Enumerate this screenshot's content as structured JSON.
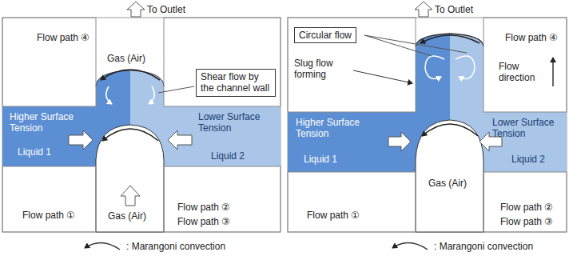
{
  "diagram": {
    "nodes": [
      {
        "text": [
          "Shear flow by the channel wall"
        ]
      },
      {
        "text": [
          "Circular flow"
        ]
      }
    ],
    "labels": [
      "To Outlet",
      "Flow path ④",
      "Gas (Air)",
      "Higher Surface Tension",
      "Lower Surface Tension",
      "Liquid 1",
      "Liquid 2",
      "Flow path ①",
      "Gas (Air)",
      "Flow path ②",
      "Flow path ③",
      "To Outlet",
      "Slug flow forming",
      "Flow path ④",
      "Flow direction",
      "Higher Surface Tension",
      "Lower Surface Tension",
      "Liquid 1",
      "Gas (Air)",
      "Liquid 2",
      "Flow path ①",
      "Flow path ②",
      "Flow path ③"
    ],
    "legend": [
      {
        "text": ": Marangoni convection"
      },
      {
        "text": ": Marangoni convection"
      }
    ]
  }
}
